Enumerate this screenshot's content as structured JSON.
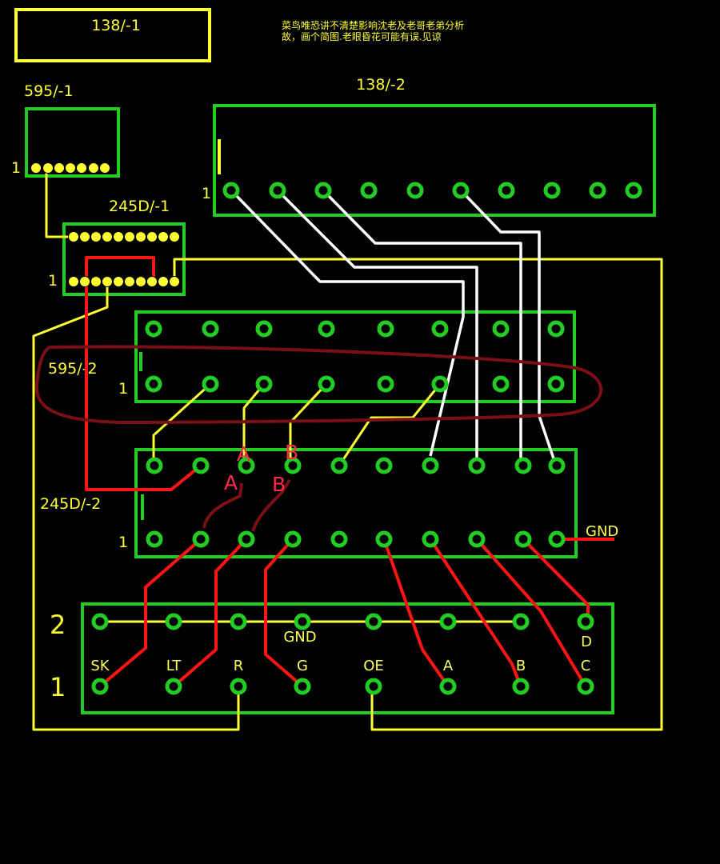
{
  "title_box": "138/-1",
  "note_line1": "菜鸟唯恐讲不清楚影响沈老及老哥老弟分析",
  "note_line2": "故，画个简图.老眼昏花可能有误.见谅",
  "components": {
    "c138_2": {
      "label": "138/-2",
      "pin1": "1"
    },
    "c595_1": {
      "label": "595/-1",
      "pin1": "1"
    },
    "c245_1": {
      "label": "245D/-1",
      "pin1": "1"
    },
    "c595_2": {
      "label": "595/-2",
      "pin1": "1"
    },
    "c245_2": {
      "label": "245D/-2",
      "pin1": "1"
    }
  },
  "connector": {
    "row2": "2",
    "row1": "1",
    "gnd": "GND",
    "d": "D",
    "pins": [
      "SK",
      "LT",
      "R",
      "G",
      "OE",
      "A",
      "B",
      "C"
    ]
  },
  "gnd_right": "GND",
  "marks": {
    "a1": "A",
    "b1": "B",
    "a2": "A",
    "b2": "B"
  }
}
